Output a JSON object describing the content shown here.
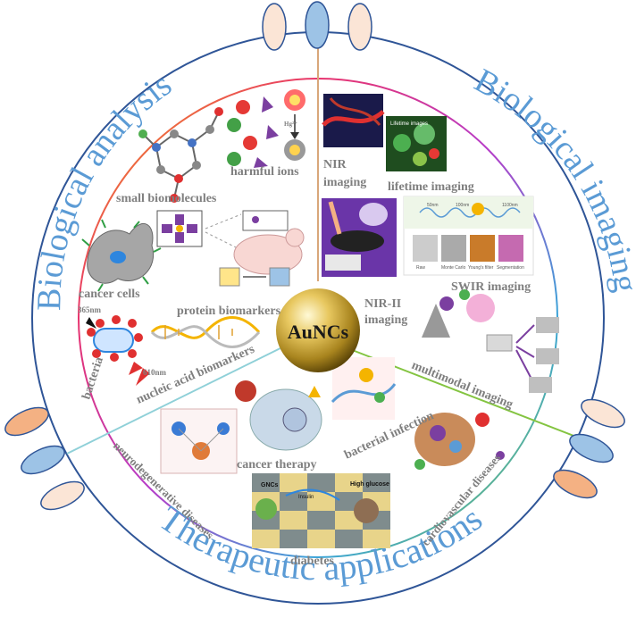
{
  "center": {
    "label": "AuNCs"
  },
  "sectors": {
    "analysis": "Biological analysis",
    "imaging": "Biological imaging",
    "therapy": "Therapeutic applications"
  },
  "analysis_items": {
    "harmful_ions": "harmful ions",
    "small_biomolecules": "small biomolecules",
    "cancer_cells": "cancer cells",
    "protein_biomarkers": "protein biomarkers",
    "bacteria": "bacteria",
    "nucleic_acid_biomarkers": "nucleic acid biomarkers",
    "hg_label": "Hg²⁺",
    "wl_365": "365nm",
    "wl_610": "610nm"
  },
  "imaging_items": {
    "nir_line1": "NIR",
    "nir_line2": "imaging",
    "lifetime": "lifetime imaging",
    "lifetime_inset": "Lifetime images",
    "nir2_line1": "NIR-II",
    "nir2_line2": "imaging",
    "swir": "SWIR imaging",
    "multimodal": "multimodal imaging",
    "swir_panels": [
      "Raw",
      "Monte Carlo",
      "Young's filter",
      "Segmentation"
    ],
    "swir_bands": [
      "50nm",
      "100nm",
      "1100nm"
    ]
  },
  "therapy_items": {
    "cancer_therapy": "cancer therapy",
    "bacterial_infection": "bacterial infection",
    "neurodegenerative": "neurodegenerative diseases",
    "diabetes": "diabetes",
    "cardiovascular": "cardiovascular diseases",
    "gncs": "GNCs",
    "high_glucose": "High glucose",
    "insulin": "Insulin"
  },
  "colors": {
    "ring": "#2f5597",
    "title_blue": "#5b9bd5",
    "label_gray": "#7f7f7f",
    "ellipse_peach": "#f4b183",
    "ellipse_blue": "#9dc3e6",
    "ellipse_cream": "#fbe5d6",
    "sphere_gold": "#c9a227"
  }
}
